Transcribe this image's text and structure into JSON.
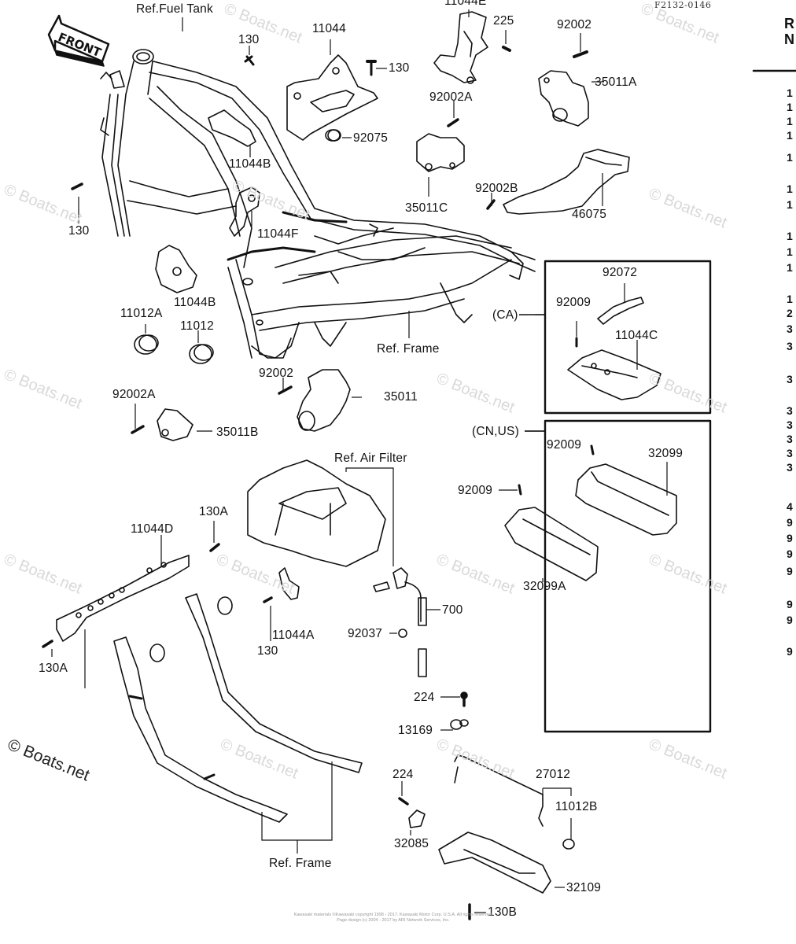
{
  "diagram": {
    "figure_code": "F2132-0146",
    "front_arrow_label": "FRONT",
    "region_labels": {
      "ca": "(CA)",
      "cn_us": "(CN,US)"
    },
    "callouts": [
      {
        "id": "ref-fuel-tank",
        "text": "Ref.Fuel Tank"
      },
      {
        "id": "130-top",
        "text": "130"
      },
      {
        "id": "11044",
        "text": "11044"
      },
      {
        "id": "130-mid",
        "text": "130"
      },
      {
        "id": "11044e",
        "text": "11044E"
      },
      {
        "id": "225",
        "text": "225"
      },
      {
        "id": "92002-top",
        "text": "92002"
      },
      {
        "id": "35011a",
        "text": "35011A"
      },
      {
        "id": "92002a-top",
        "text": "92002A"
      },
      {
        "id": "92075",
        "text": "92075"
      },
      {
        "id": "11044b-top",
        "text": "11044B"
      },
      {
        "id": "35011c",
        "text": "35011C"
      },
      {
        "id": "92002b",
        "text": "92002B"
      },
      {
        "id": "46075",
        "text": "46075"
      },
      {
        "id": "130-left",
        "text": "130"
      },
      {
        "id": "11044f",
        "text": "11044F"
      },
      {
        "id": "92072",
        "text": "92072"
      },
      {
        "id": "92009-ca",
        "text": "92009"
      },
      {
        "id": "11044c",
        "text": "11044C"
      },
      {
        "id": "11012a",
        "text": "11012A"
      },
      {
        "id": "11044b-mid",
        "text": "11044B"
      },
      {
        "id": "11012",
        "text": "11012"
      },
      {
        "id": "ref-frame-mid",
        "text": "Ref.  Frame"
      },
      {
        "id": "92002-mid",
        "text": "92002"
      },
      {
        "id": "35011",
        "text": "35011"
      },
      {
        "id": "92002a-low",
        "text": "92002A"
      },
      {
        "id": "35011b",
        "text": "35011B"
      },
      {
        "id": "92009-cnus",
        "text": "92009"
      },
      {
        "id": "32099",
        "text": "32099"
      },
      {
        "id": "ref-air-filter",
        "text": "Ref.  Air Filter"
      },
      {
        "id": "92009-low",
        "text": "92009"
      },
      {
        "id": "130a-top",
        "text": "130A"
      },
      {
        "id": "11044d",
        "text": "11044D"
      },
      {
        "id": "32099a",
        "text": "32099A"
      },
      {
        "id": "700",
        "text": "700"
      },
      {
        "id": "92037",
        "text": "92037"
      },
      {
        "id": "11044a",
        "text": "11044A"
      },
      {
        "id": "130-low",
        "text": "130"
      },
      {
        "id": "130a-low",
        "text": "130A"
      },
      {
        "id": "224-top",
        "text": "224"
      },
      {
        "id": "13169",
        "text": "13169"
      },
      {
        "id": "27012",
        "text": "27012"
      },
      {
        "id": "224-low",
        "text": "224"
      },
      {
        "id": "11012b",
        "text": "11012B"
      },
      {
        "id": "32085",
        "text": "32085"
      },
      {
        "id": "ref-frame-low",
        "text": "Ref.  Frame"
      },
      {
        "id": "32109",
        "text": "32109"
      },
      {
        "id": "130b",
        "text": "130B"
      }
    ]
  },
  "ref_column": {
    "header_line1": "R",
    "header_line2": "N",
    "entries": [
      "1",
      "1",
      "1",
      "1",
      "1",
      "1",
      "1",
      "1",
      "1",
      "1",
      "1",
      "2",
      "3",
      "3",
      "3",
      "3",
      "3",
      "3",
      "3",
      "3",
      "4",
      "9",
      "9",
      "9",
      "9",
      "9",
      "9",
      "9"
    ]
  },
  "watermark": {
    "text": "© Boats.net"
  },
  "copyright": {
    "line1": "Kawasaki materials ©Kawasaki copyright 1998 - 2017.  Kawasaki Motor Corp. U.S.A.  All rights reserved.",
    "line2": "Page design (c) 2004 - 2017 by ARI Network Services, Inc."
  }
}
